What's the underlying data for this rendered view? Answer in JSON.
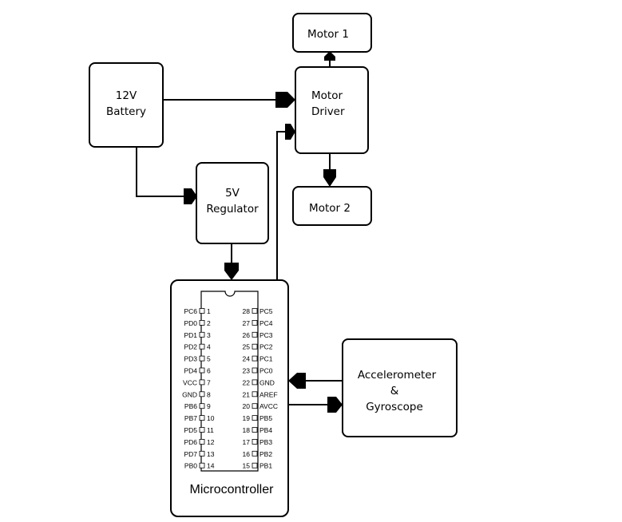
{
  "blocks": {
    "motor1": "Motor 1",
    "battery_line1": "12V",
    "battery_line2": "Battery",
    "driver_line1": "Motor",
    "driver_line2": "Driver",
    "motor2": "Motor 2",
    "regulator_line1": "5V",
    "regulator_line2": "Regulator",
    "sensor_line1": "Accelerometer",
    "sensor_line2": "&",
    "sensor_line3": "Gyroscope",
    "microcontroller": "Microcontroller"
  },
  "pins_left": [
    {
      "name": "PC6",
      "num": "1"
    },
    {
      "name": "PD0",
      "num": "2"
    },
    {
      "name": "PD1",
      "num": "3"
    },
    {
      "name": "PD2",
      "num": "4"
    },
    {
      "name": "PD3",
      "num": "5"
    },
    {
      "name": "PD4",
      "num": "6"
    },
    {
      "name": "VCC",
      "num": "7"
    },
    {
      "name": "GND",
      "num": "8"
    },
    {
      "name": "PB6",
      "num": "9"
    },
    {
      "name": "PB7",
      "num": "10"
    },
    {
      "name": "PD5",
      "num": "11"
    },
    {
      "name": "PD6",
      "num": "12"
    },
    {
      "name": "PD7",
      "num": "13"
    },
    {
      "name": "PB0",
      "num": "14"
    }
  ],
  "pins_right": [
    {
      "num": "28",
      "name": "PC5"
    },
    {
      "num": "27",
      "name": "PC4"
    },
    {
      "num": "26",
      "name": "PC3"
    },
    {
      "num": "25",
      "name": "PC2"
    },
    {
      "num": "24",
      "name": "PC1"
    },
    {
      "num": "23",
      "name": "PC0"
    },
    {
      "num": "22",
      "name": "GND"
    },
    {
      "num": "21",
      "name": "AREF"
    },
    {
      "num": "20",
      "name": "AVCC"
    },
    {
      "num": "19",
      "name": "PB5"
    },
    {
      "num": "18",
      "name": "PB4"
    },
    {
      "num": "17",
      "name": "PB3"
    },
    {
      "num": "16",
      "name": "PB2"
    },
    {
      "num": "15",
      "name": "PB1"
    }
  ]
}
